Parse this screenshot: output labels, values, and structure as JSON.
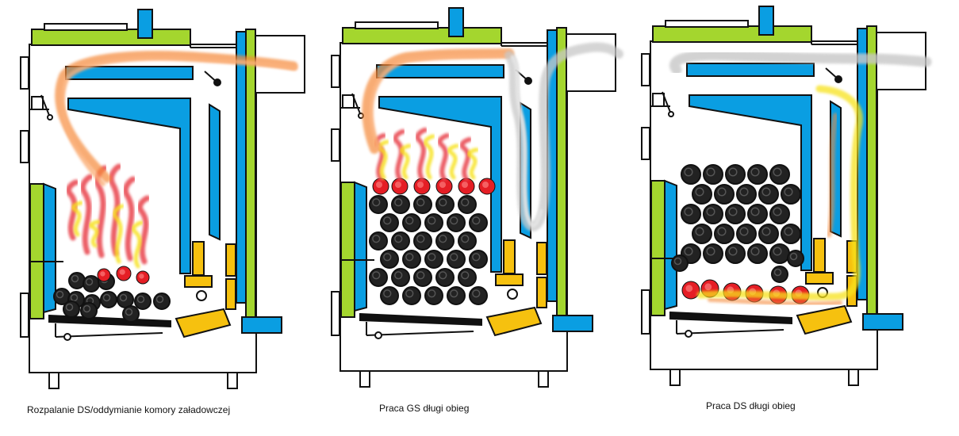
{
  "panels": [
    {
      "caption": "Rozpalanie  DS/oddymianie komory załadowczej",
      "mode": "ignition"
    },
    {
      "caption": "Praca GS długi obieg",
      "mode": "gs"
    },
    {
      "caption": "Praca DS długi obieg",
      "mode": "ds"
    }
  ],
  "colors": {
    "outline": "#111111",
    "green": "#a4d62e",
    "blue": "#0a9ee2",
    "yellow": "#f6c10f",
    "coal": "#222222",
    "ember": "#e51e25",
    "flame_orange": "#f58a3a",
    "flame_red": "#e8424c",
    "flame_yellow": "#f7e21a",
    "smoke": "#c8c8c8"
  },
  "icons": [
    "boiler-diagram"
  ]
}
